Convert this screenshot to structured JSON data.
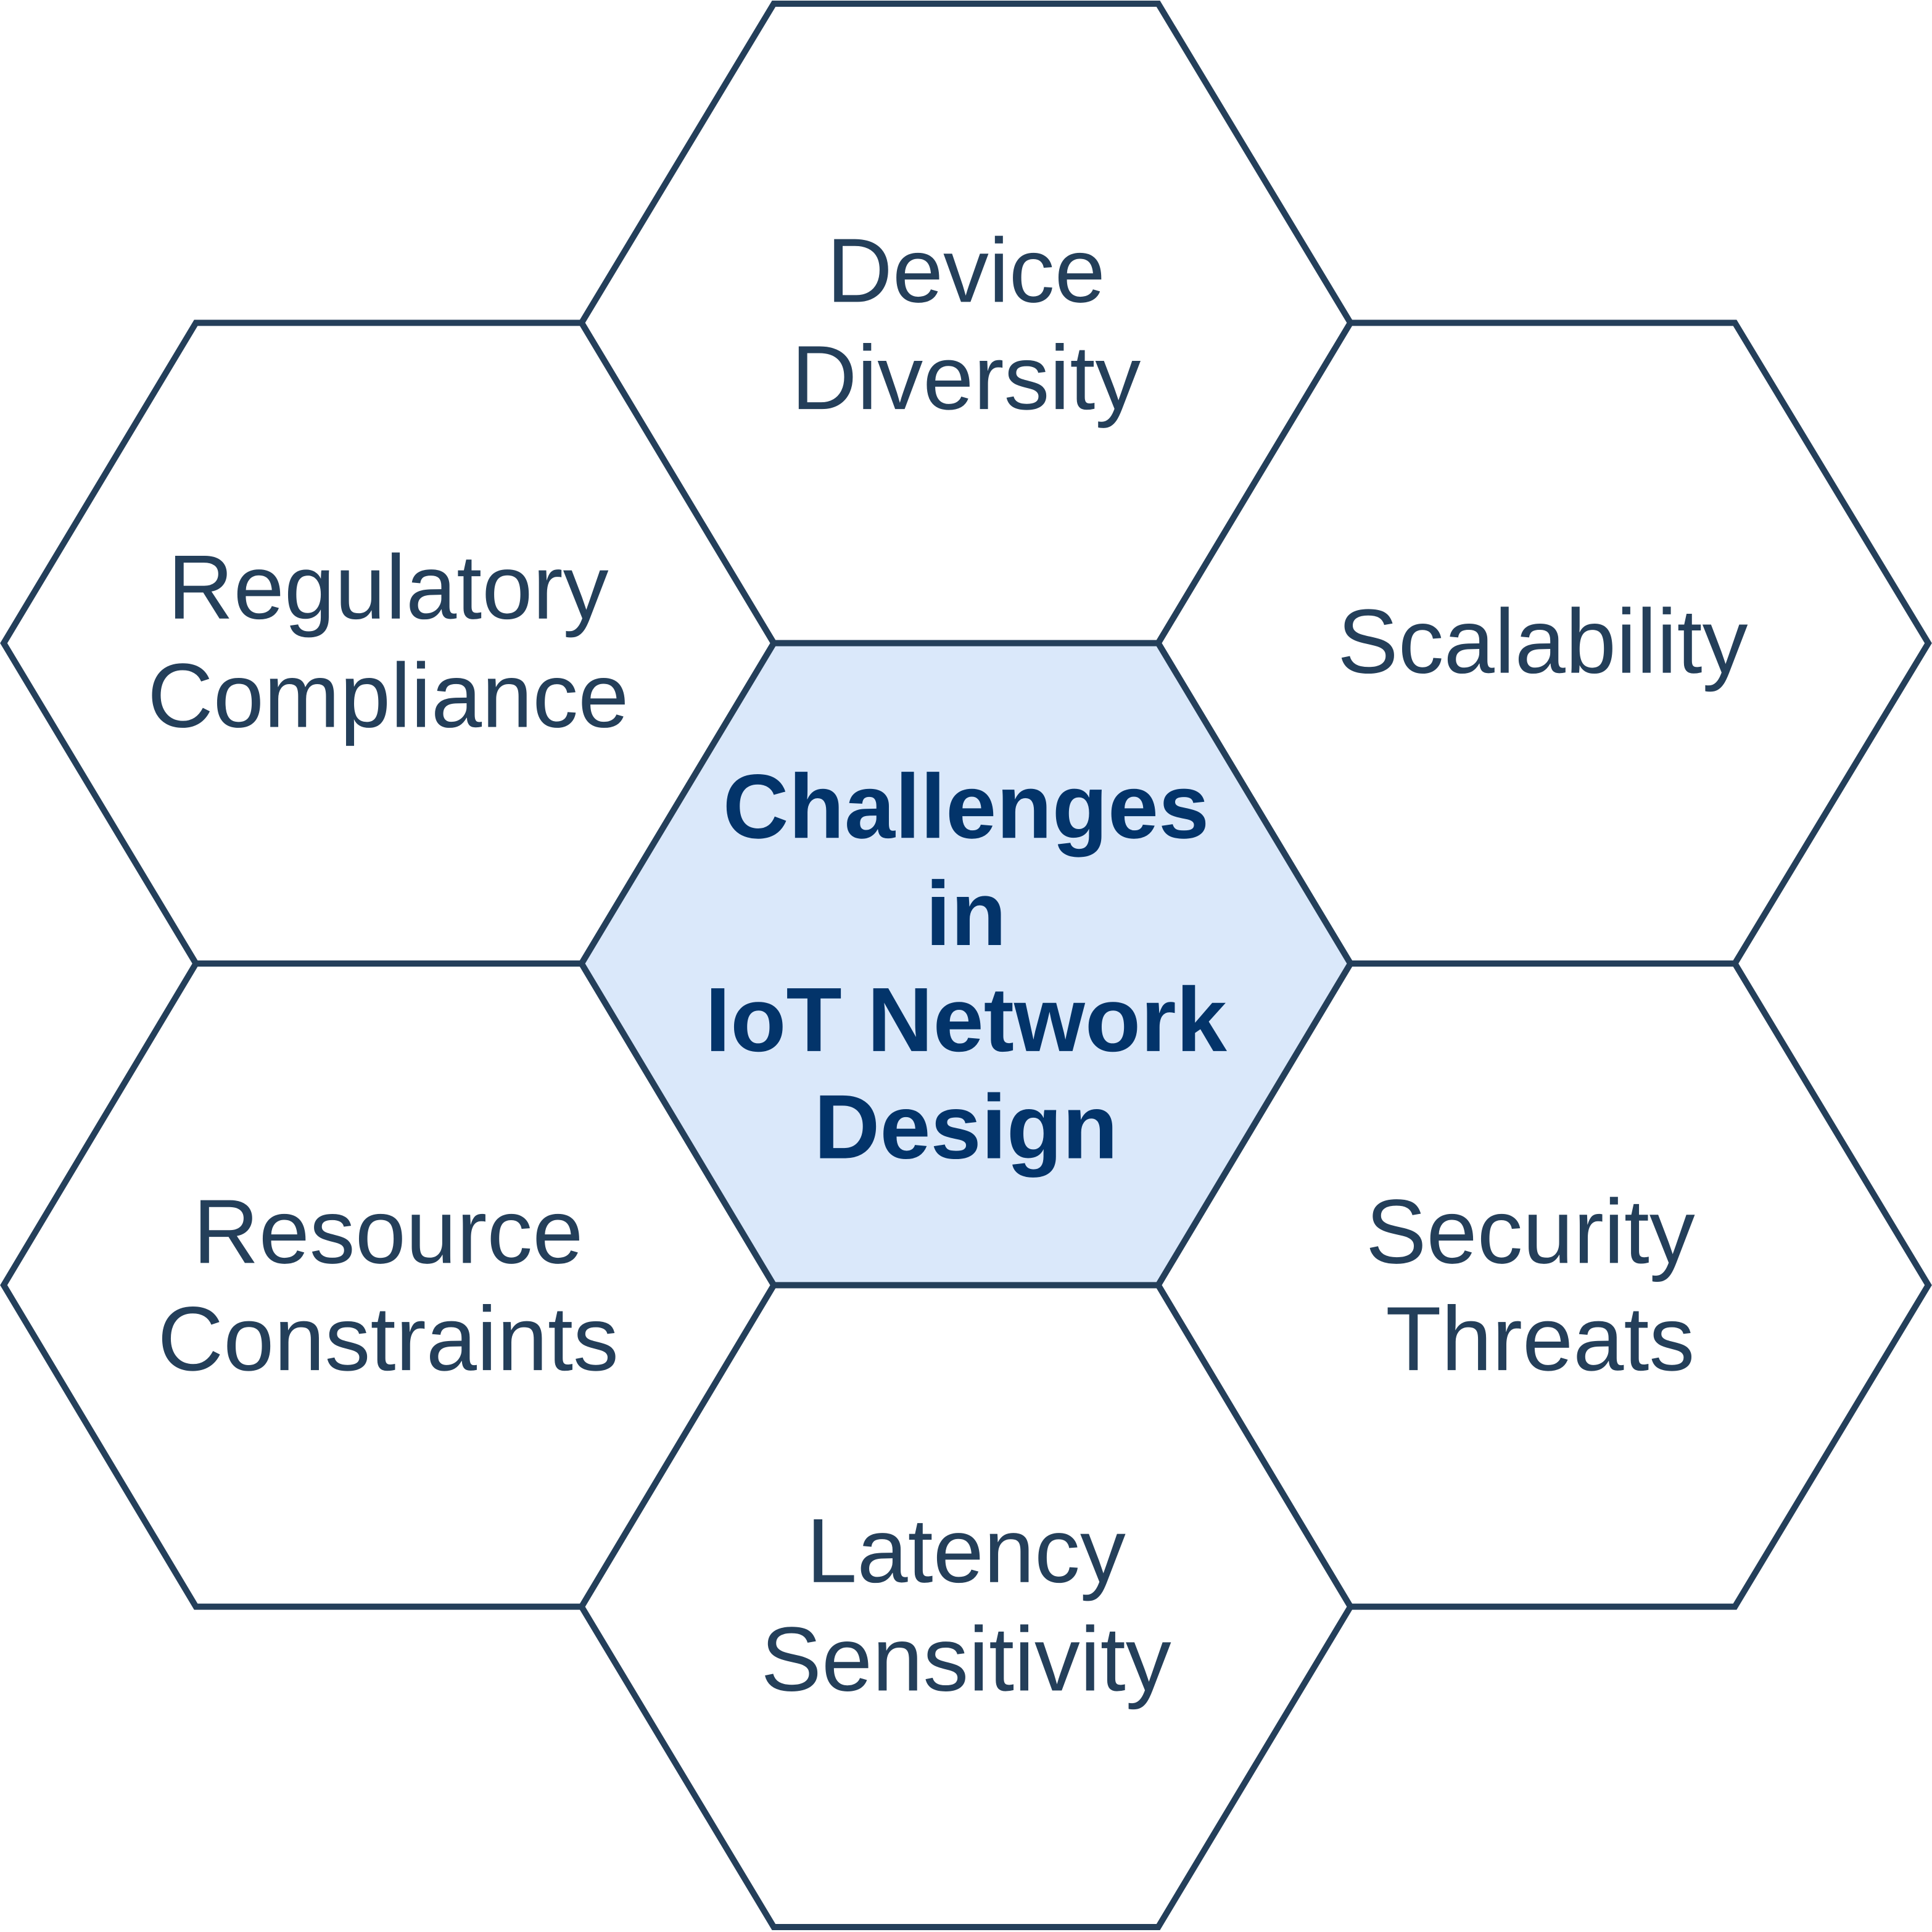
{
  "colors": {
    "stroke": "#243f5a",
    "center_fill": "#dae8fa",
    "center_text": "#03346a",
    "text": "#243f5a"
  },
  "center": {
    "lines": [
      "Challenges",
      "in",
      "IoT Network",
      "Design"
    ]
  },
  "cells": [
    {
      "id": "device-diversity",
      "lines": [
        "Device",
        "Diversity"
      ]
    },
    {
      "id": "scalability",
      "lines": [
        "Scalability"
      ]
    },
    {
      "id": "security-threats",
      "lines": [
        "Security",
        "Threats"
      ]
    },
    {
      "id": "latency-sensitivity",
      "lines": [
        "Latency",
        "Sensitivity"
      ]
    },
    {
      "id": "resource-constraints",
      "lines": [
        "Resource",
        "Constraints"
      ]
    },
    {
      "id": "regulatory-compliance",
      "lines": [
        "Regulatory",
        "Compliance"
      ]
    }
  ]
}
